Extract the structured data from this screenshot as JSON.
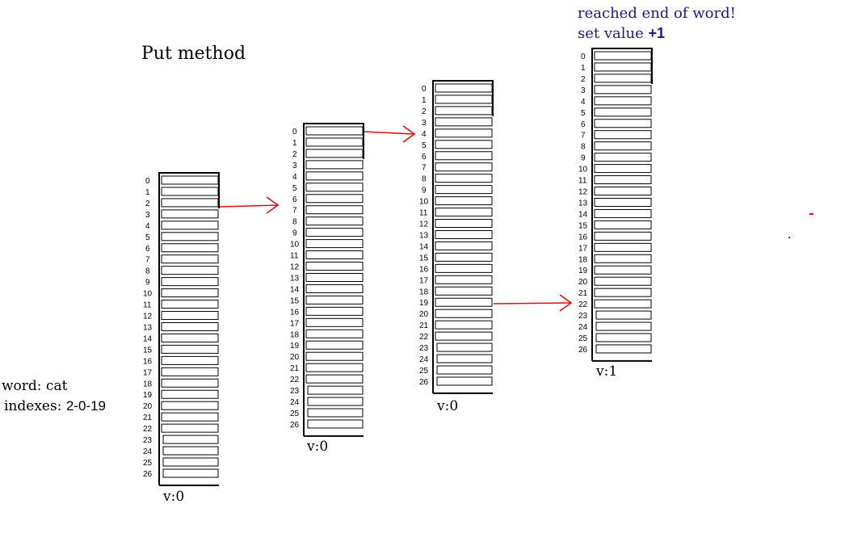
{
  "title": "Put method",
  "annotation": {
    "line1": "reached end of word!",
    "line2_prefix": "set value ",
    "line2_value": "+1"
  },
  "word": {
    "label": "word: cat",
    "indexes_prefix": "indexes: ",
    "indexes_value": "2-0-19"
  },
  "indices": [
    "0",
    "1",
    "2",
    "3",
    "4",
    "5",
    "6",
    "7",
    "8",
    "9",
    "10",
    "11",
    "12",
    "13",
    "14",
    "15",
    "16",
    "17",
    "18",
    "19",
    "20",
    "21",
    "22",
    "23",
    "24",
    "25",
    "26"
  ],
  "arrays": [
    {
      "value_label": "v:0"
    },
    {
      "value_label": "v:0"
    },
    {
      "value_label": "v:0"
    },
    {
      "value_label": "v:1"
    }
  ],
  "colors": {
    "arrow": "#e01010",
    "annotation": "#1a1a8c"
  }
}
